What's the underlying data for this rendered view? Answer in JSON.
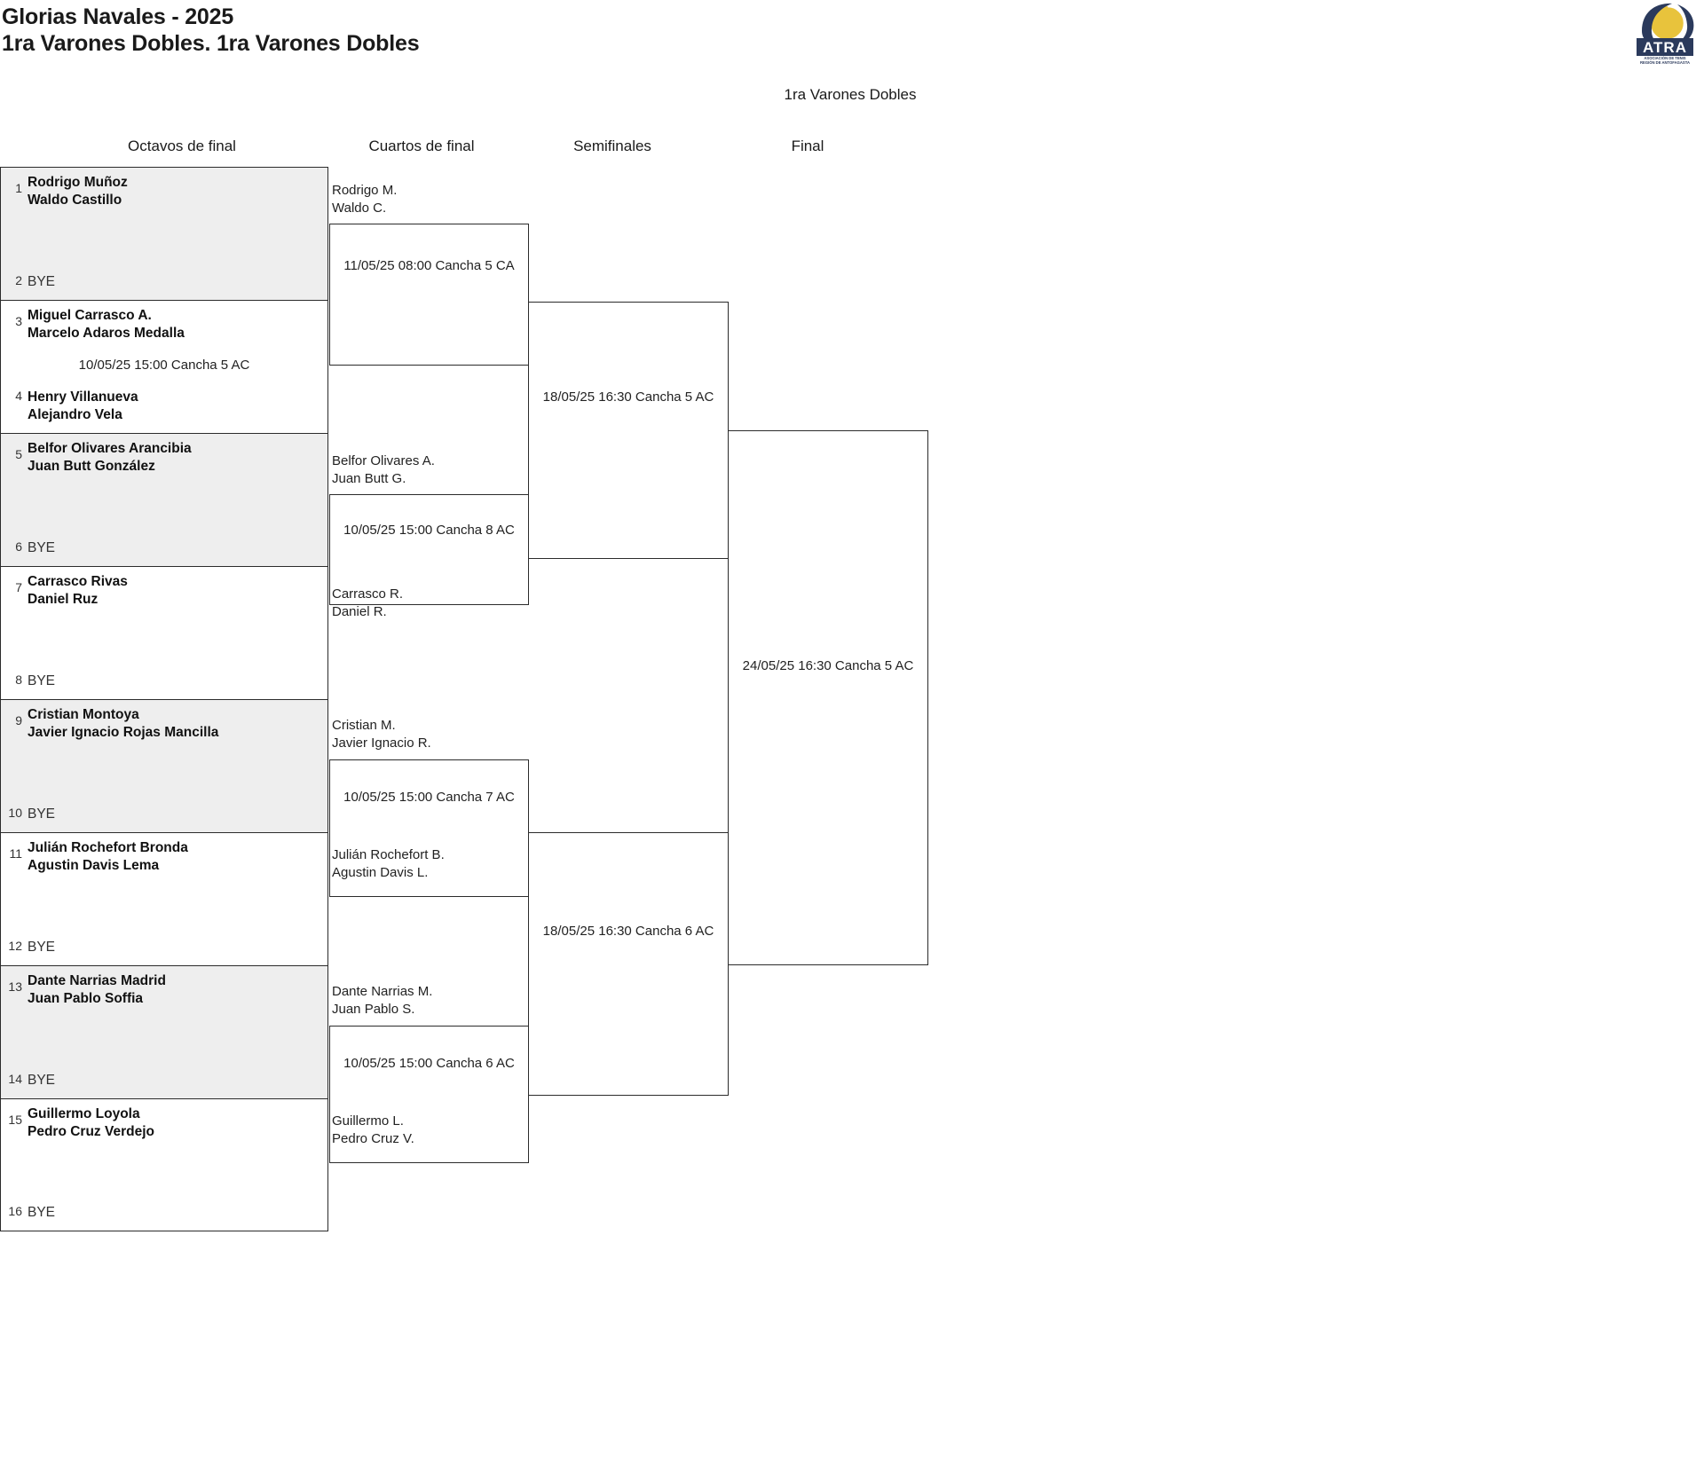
{
  "header": {
    "tournament": "Glorias Navales - 2025",
    "category_line": "1ra Varones Dobles. 1ra Varones Dobles",
    "bracket_title": "1ra Varones Dobles",
    "logo": {
      "name": "ATRA",
      "subtitle_line1": "ASOCIACIÓN DE TENIS",
      "subtitle_line2": "REGIÓN DE ANTOFAGASTA",
      "ball_color": "#e8c33c",
      "navy_color": "#2b3a5c"
    }
  },
  "rounds": [
    {
      "id": "r16",
      "label": "Octavos de final"
    },
    {
      "id": "qf",
      "label": "Cuartos de final"
    },
    {
      "id": "sf",
      "label": "Semifinales"
    },
    {
      "id": "f",
      "label": "Final"
    }
  ],
  "round1": {
    "blocks": [
      {
        "shaded": true,
        "top": {
          "seed": "1",
          "line1": "Rodrigo Muñoz",
          "line2": "Waldo Castillo",
          "bye": false
        },
        "bottom": {
          "seed": "2",
          "line1": "BYE",
          "line2": "",
          "bye": true
        },
        "info": ""
      },
      {
        "shaded": false,
        "top": {
          "seed": "3",
          "line1": "Miguel Carrasco A.",
          "line2": "Marcelo Adaros Medalla",
          "bye": false
        },
        "bottom": {
          "seed": "4",
          "line1": "Henry Villanueva",
          "line2": "Alejandro Vela",
          "bye": false
        },
        "info": "10/05/25 15:00 Cancha 5 AC"
      },
      {
        "shaded": true,
        "top": {
          "seed": "5",
          "line1": "Belfor Olivares Arancibia",
          "line2": "Juan Butt González",
          "bye": false
        },
        "bottom": {
          "seed": "6",
          "line1": "BYE",
          "line2": "",
          "bye": true
        },
        "info": ""
      },
      {
        "shaded": false,
        "top": {
          "seed": "7",
          "line1": "Carrasco Rivas",
          "line2": "Daniel Ruz",
          "bye": false
        },
        "bottom": {
          "seed": "8",
          "line1": "BYE",
          "line2": "",
          "bye": true
        },
        "info": ""
      },
      {
        "shaded": true,
        "top": {
          "seed": "9",
          "line1": "Cristian Montoya",
          "line2": "Javier Ignacio Rojas Mancilla",
          "bye": false
        },
        "bottom": {
          "seed": "10",
          "line1": "BYE",
          "line2": "",
          "bye": true
        },
        "info": ""
      },
      {
        "shaded": false,
        "top": {
          "seed": "11",
          "line1": "Julián Rochefort Bronda",
          "line2": "Agustin Davis Lema",
          "bye": false
        },
        "bottom": {
          "seed": "12",
          "line1": "BYE",
          "line2": "",
          "bye": true
        },
        "info": ""
      },
      {
        "shaded": true,
        "top": {
          "seed": "13",
          "line1": "Dante Narrias Madrid",
          "line2": "Juan Pablo Soffia",
          "bye": false
        },
        "bottom": {
          "seed": "14",
          "line1": "BYE",
          "line2": "",
          "bye": true
        },
        "info": ""
      },
      {
        "shaded": false,
        "top": {
          "seed": "15",
          "line1": "Guillermo Loyola",
          "line2": "Pedro Cruz Verdejo",
          "bye": false
        },
        "bottom": {
          "seed": "16",
          "line1": "BYE",
          "line2": "",
          "bye": true
        },
        "info": ""
      }
    ]
  },
  "round2": {
    "matches": [
      {
        "top": {
          "line1": "Rodrigo M.",
          "line2": "Waldo C."
        },
        "bottom": {
          "line1": "",
          "line2": ""
        },
        "info": "11/05/25 08:00 Cancha 5 CA"
      },
      {
        "top": {
          "line1": "Belfor Olivares A.",
          "line2": "Juan Butt G."
        },
        "bottom": {
          "line1": "Carrasco R.",
          "line2": "Daniel R."
        },
        "info": "10/05/25 15:00 Cancha 8 AC"
      },
      {
        "top": {
          "line1": "Cristian M.",
          "line2": "Javier Ignacio R."
        },
        "bottom": {
          "line1": "Julián Rochefort B.",
          "line2": "Agustin Davis L."
        },
        "info": "10/05/25 15:00 Cancha 7 AC"
      },
      {
        "top": {
          "line1": "Dante Narrias M.",
          "line2": "Juan Pablo S."
        },
        "bottom": {
          "line1": "Guillermo L.",
          "line2": "Pedro Cruz V."
        },
        "info": "10/05/25 15:00 Cancha 6 AC"
      }
    ]
  },
  "round3": {
    "matches": [
      {
        "info": "18/05/25 16:30 Cancha 5 AC"
      },
      {
        "info": "18/05/25 16:30 Cancha 6 AC"
      }
    ]
  },
  "round4": {
    "matches": [
      {
        "info": "24/05/25 16:30 Cancha 5 AC"
      }
    ]
  }
}
